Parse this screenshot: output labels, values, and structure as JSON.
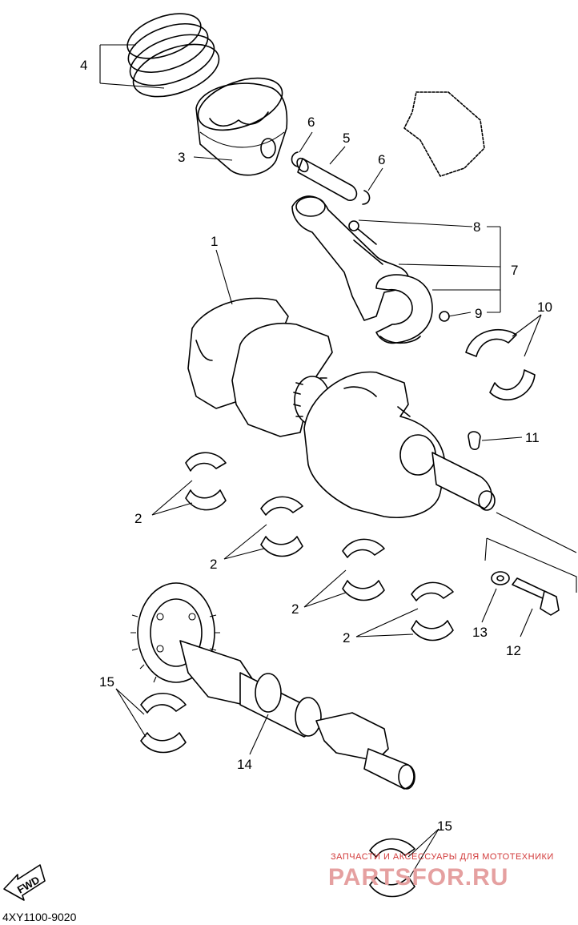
{
  "diagram_code": "4XY1100-9020",
  "fwd_label": "FWD",
  "watermark": {
    "line1": "ЗАПЧАСТИ И АКСЕССУАРЫ ДЛЯ МОТОТЕХНИКИ",
    "line2": "PARTSFOR.RU"
  },
  "callouts": {
    "c1": "1",
    "c2a": "2",
    "c2b": "2",
    "c2c": "2",
    "c2d": "2",
    "c3": "3",
    "c4": "4",
    "c5": "5",
    "c6a": "6",
    "c6b": "6",
    "c7": "7",
    "c8": "8",
    "c9": "9",
    "c10": "10",
    "c11": "11",
    "c12": "12",
    "c13": "13",
    "c14": "14",
    "c15a": "15",
    "c15b": "15"
  }
}
